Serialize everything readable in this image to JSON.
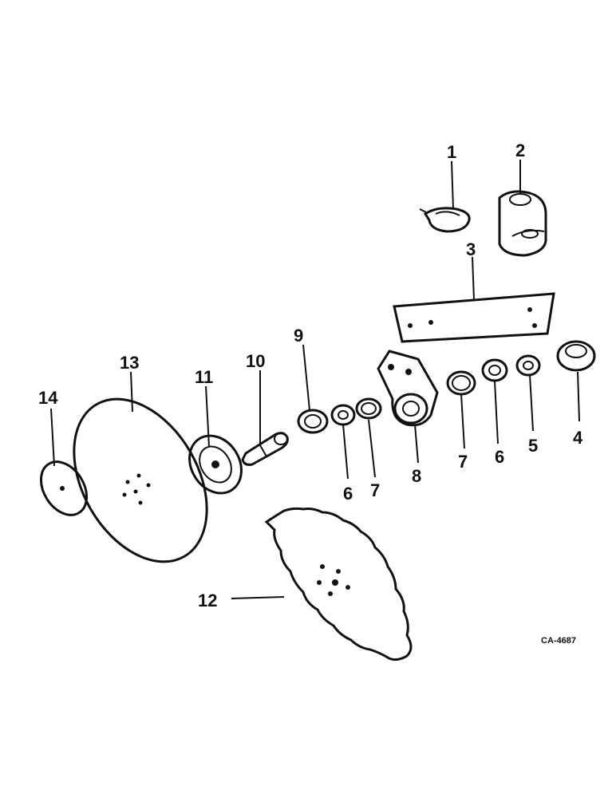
{
  "callouts": {
    "c1": "1",
    "c2": "2",
    "c3": "3",
    "c4": "4",
    "c5": "5",
    "c6a": "6",
    "c6b": "6",
    "c7a": "7",
    "c7b": "7",
    "c8": "8",
    "c9": "9",
    "c10": "10",
    "c11": "11",
    "c12": "12",
    "c13": "13",
    "c14": "14"
  },
  "drawing_code": "CA-4687"
}
